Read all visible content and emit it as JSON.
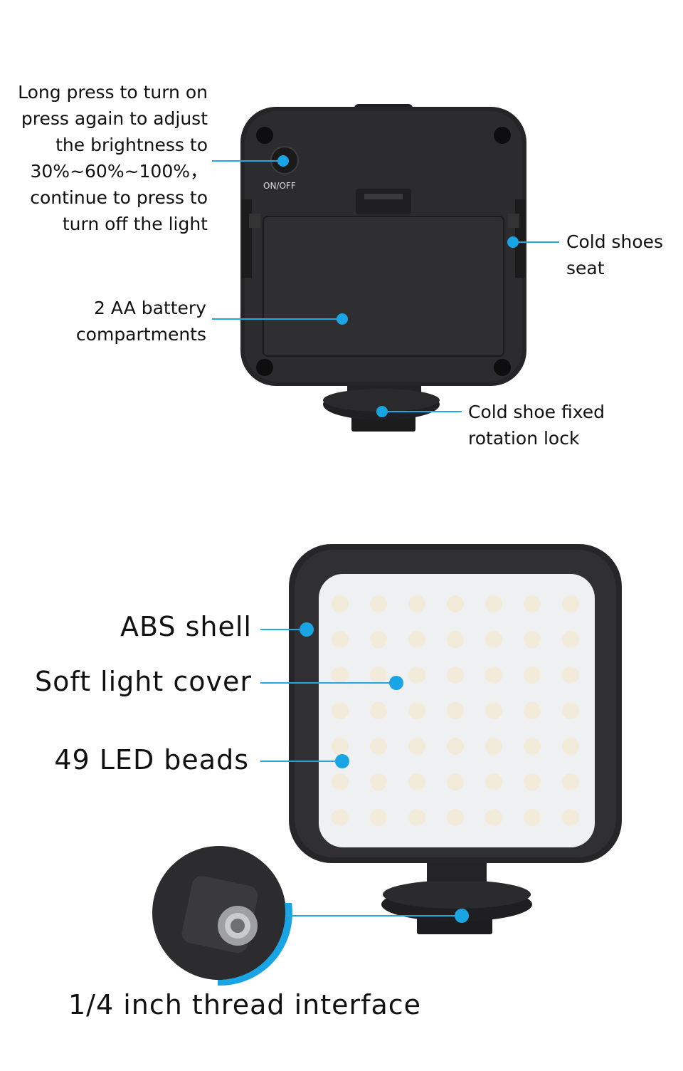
{
  "top_panel": {
    "onoff_button_label": "ON/OFF",
    "power_description": [
      "Long press to turn on",
      "press again to adjust",
      "the brightness to",
      "30%~60%~100%，",
      "continue to press to",
      "turn off the light"
    ],
    "battery_label": [
      "2 AA battery",
      "compartments"
    ],
    "cold_shoe_seat_label": [
      "Cold shoes",
      "seat"
    ],
    "rotation_lock_label": [
      "Cold shoe fixed",
      "rotation lock"
    ]
  },
  "bottom_panel": {
    "abs_shell_label": "ABS shell",
    "soft_cover_label": "Soft light cover",
    "led_beads_label": "49 LED beads",
    "thread_label": "1/4 inch thread interface",
    "led_count": 49
  },
  "colors": {
    "accent": "#19a5e3",
    "device_body": "#2a2a2c",
    "panel": "#eef0f2"
  }
}
